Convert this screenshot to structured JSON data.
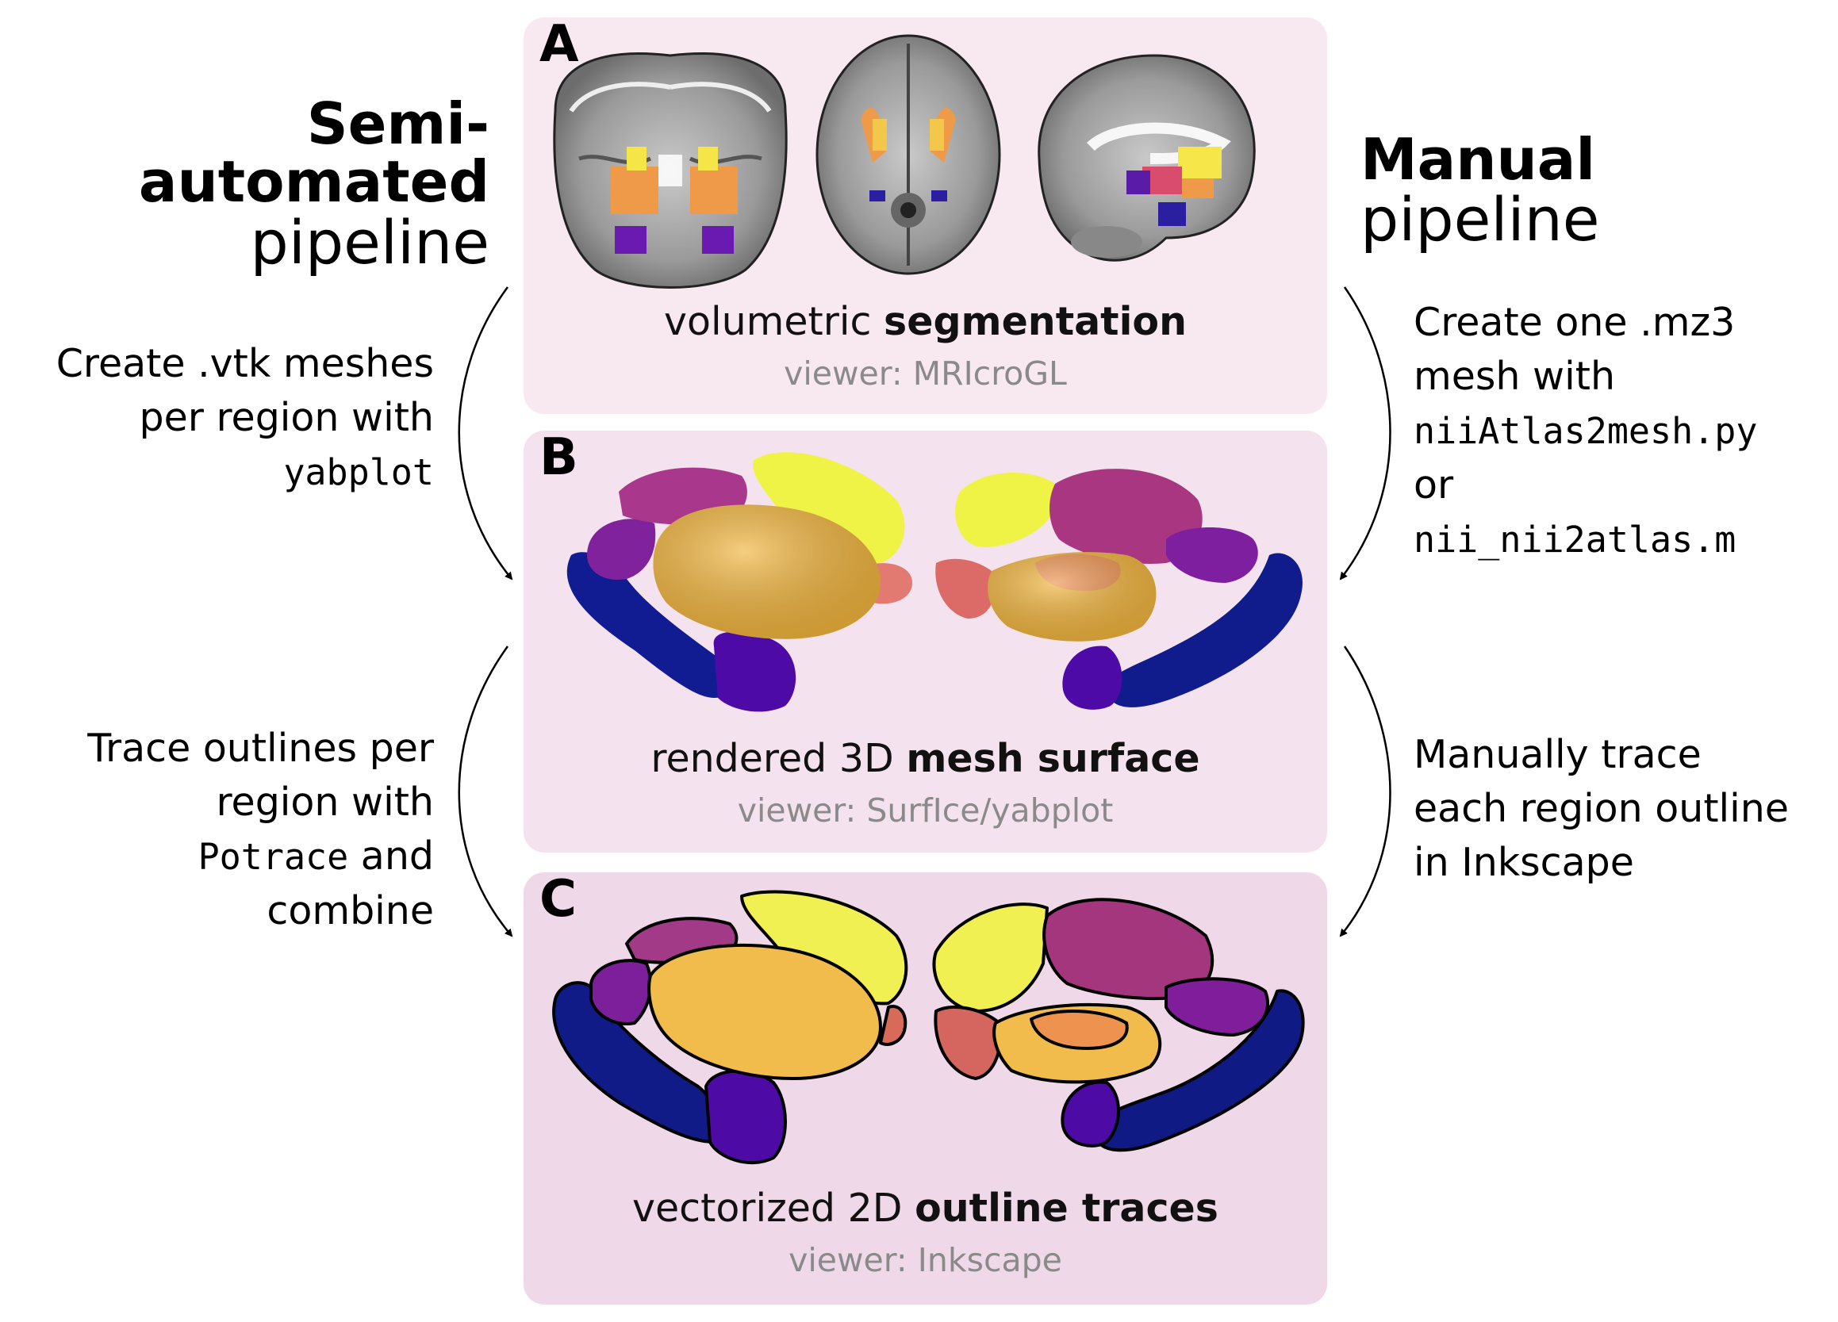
{
  "left": {
    "title_bold_1": "Semi-",
    "title_bold_2": "automated",
    "title_light": "pipeline",
    "step1": {
      "text": "Create .vtk meshes\nper region with",
      "code": "yabplot"
    },
    "step2": {
      "text": "Trace outlines per\nregion with",
      "code": "Potrace",
      "text_after": " and\ncombine"
    }
  },
  "right": {
    "title_bold": "Manual",
    "title_light": "pipeline",
    "step1": {
      "text": "Create one .mz3\nmesh with",
      "code1": "niiAtlas2mesh.py",
      "or": "or",
      "code2": "nii_nii2atlas.m"
    },
    "step2": {
      "text": "Manually trace\neach region outline\nin Inkscape"
    }
  },
  "panels": {
    "a": {
      "letter": "A",
      "caption_plain": "volumetric ",
      "caption_bold": "segmentation",
      "viewer": "viewer: MRIcroGL"
    },
    "b": {
      "letter": "B",
      "caption_plain": "rendered 3D ",
      "caption_bold": "mesh surface",
      "viewer": "viewer: SurfIce/yabplot"
    },
    "c": {
      "letter": "C",
      "caption_plain": "vectorized 2D ",
      "caption_bold": "outline traces",
      "viewer": "viewer: Inkscape"
    }
  },
  "colors": {
    "yellow": "#f3f453",
    "orange": "#f5bd4a",
    "salmon": "#d76a63",
    "amber": "#ee9250",
    "magenta": "#a83680",
    "purple": "#7d1f9a",
    "violet": "#4b0aa5",
    "navy": "#101a8a",
    "panel_a": "#f8e9f1",
    "panel_b": "#f4e3ee",
    "panel_c": "#efd9e8"
  }
}
